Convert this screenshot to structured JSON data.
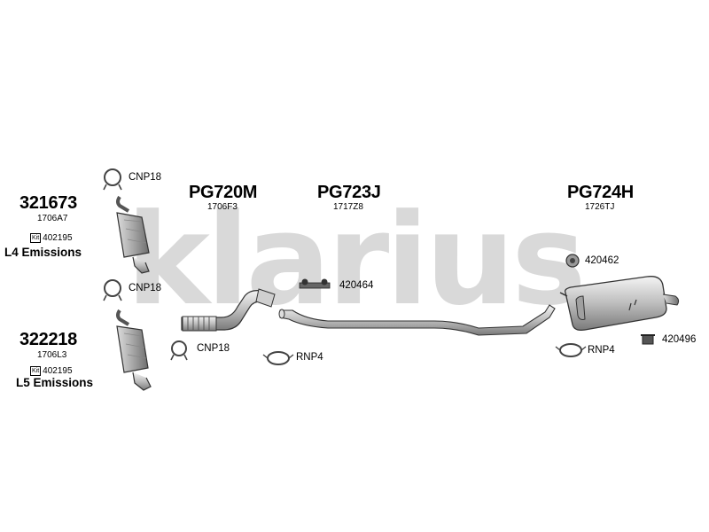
{
  "watermark": "klarius",
  "kits": [
    {
      "part_number": "321673",
      "ref": "1706A7",
      "kit_prefix": "Kit",
      "kit_ref": "402195",
      "emissions": "L4 Emissions",
      "clamp": "CNP18"
    },
    {
      "part_number": "322218",
      "ref": "1706L3",
      "kit_prefix": "Kit",
      "kit_ref": "402195",
      "emissions": "L5 Emissions",
      "clamp": "CNP18"
    }
  ],
  "sections": [
    {
      "part_number": "PG720M",
      "ref": "1706F3",
      "clamp": "CNP18"
    },
    {
      "part_number": "PG723J",
      "ref": "1717Z8",
      "mount": "420464",
      "ring": "RNP4"
    },
    {
      "part_number": "PG724H",
      "ref": "1726TJ",
      "mount": "420462",
      "ring": "RNP4",
      "bracket": "420496"
    }
  ],
  "top_clamp": "CNP18"
}
